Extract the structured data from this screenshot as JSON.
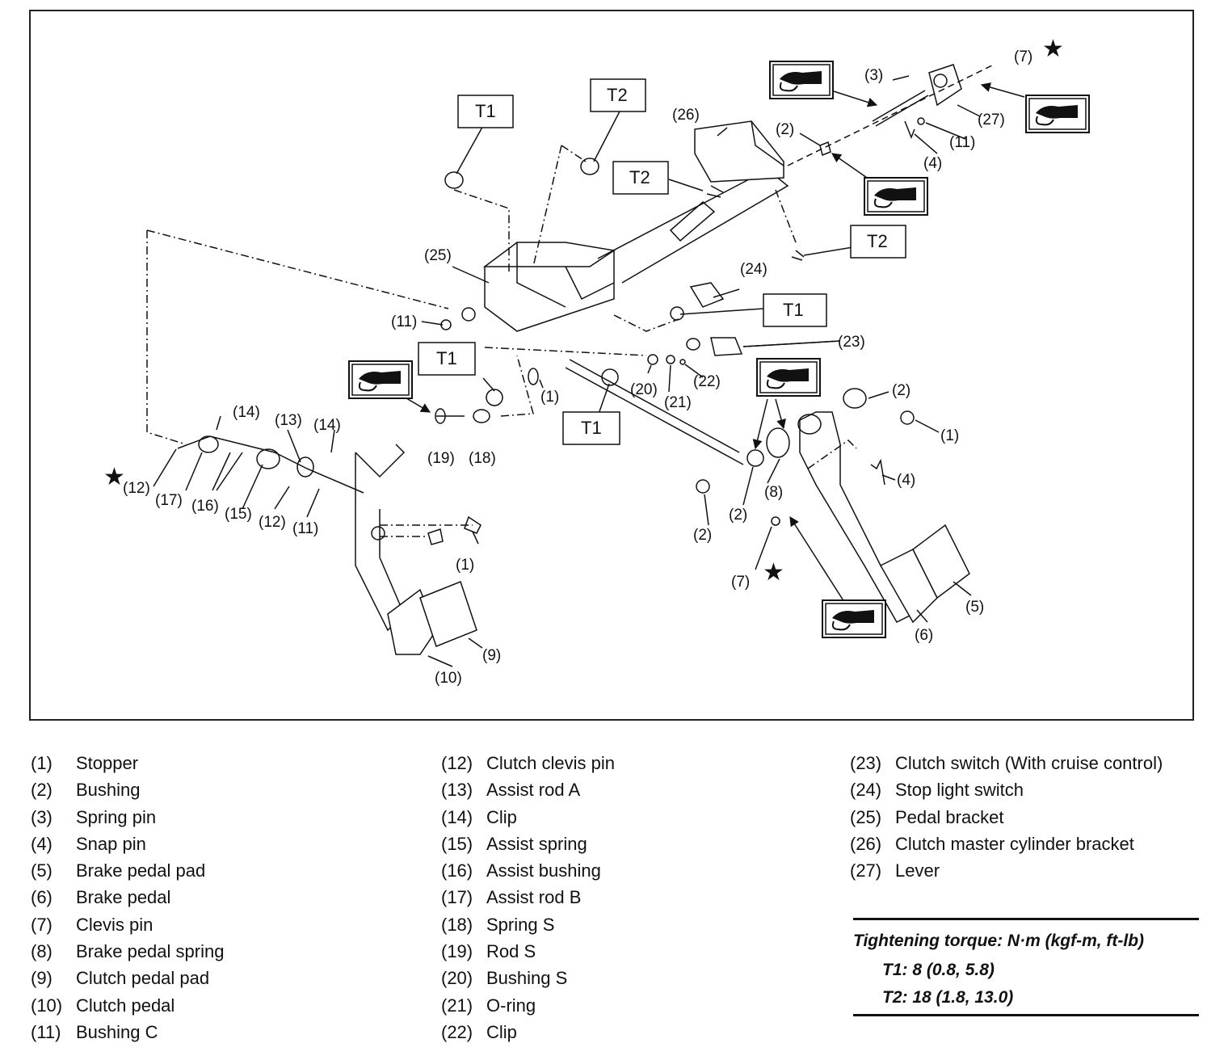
{
  "diagram": {
    "callouts": {
      "c1a": "(1)",
      "c1b": "(1)",
      "c1c": "(1)",
      "c2a": "(2)",
      "c2b": "(2)",
      "c2c": "(2)",
      "c2d": "(2)",
      "c3": "(3)",
      "c4a": "(4)",
      "c4b": "(4)",
      "c5": "(5)",
      "c6": "(6)",
      "c7a": "(7)",
      "c7b": "(7)",
      "c8": "(8)",
      "c9": "(9)",
      "c10": "(10)",
      "c11a": "(11)",
      "c11b": "(11)",
      "c11c": "(11)",
      "c12a": "(12)",
      "c12b": "(12)",
      "c13": "(13)",
      "c14a": "(14)",
      "c14b": "(14)",
      "c15": "(15)",
      "c16": "(16)",
      "c17": "(17)",
      "c18": "(18)",
      "c19": "(19)",
      "c20": "(20)",
      "c21": "(21)",
      "c22": "(22)",
      "c23": "(23)",
      "c24": "(24)",
      "c25": "(25)",
      "c26": "(26)",
      "c27": "(27)"
    },
    "torque_boxes": {
      "t1a": "T1",
      "t1b": "T1",
      "t1c": "T1",
      "t1d": "T1",
      "t2a": "T2",
      "t2b": "T2",
      "t2c": "T2"
    }
  },
  "legend": {
    "col1": [
      {
        "num": "(1)",
        "text": "Stopper"
      },
      {
        "num": "(2)",
        "text": "Bushing"
      },
      {
        "num": "(3)",
        "text": "Spring pin"
      },
      {
        "num": "(4)",
        "text": "Snap pin"
      },
      {
        "num": "(5)",
        "text": "Brake pedal pad"
      },
      {
        "num": "(6)",
        "text": "Brake pedal"
      },
      {
        "num": "(7)",
        "text": "Clevis pin"
      },
      {
        "num": "(8)",
        "text": "Brake pedal spring"
      },
      {
        "num": "(9)",
        "text": "Clutch pedal pad"
      },
      {
        "num": "(10)",
        "text": "Clutch pedal"
      },
      {
        "num": "(11)",
        "text": "Bushing C"
      }
    ],
    "col2": [
      {
        "num": "(12)",
        "text": "Clutch clevis pin"
      },
      {
        "num": "(13)",
        "text": "Assist rod A"
      },
      {
        "num": "(14)",
        "text": "Clip"
      },
      {
        "num": "(15)",
        "text": "Assist spring"
      },
      {
        "num": "(16)",
        "text": "Assist bushing"
      },
      {
        "num": "(17)",
        "text": "Assist rod B"
      },
      {
        "num": "(18)",
        "text": "Spring S"
      },
      {
        "num": "(19)",
        "text": "Rod S"
      },
      {
        "num": "(20)",
        "text": "Bushing S"
      },
      {
        "num": "(21)",
        "text": "O-ring"
      },
      {
        "num": "(22)",
        "text": "Clip"
      }
    ],
    "col3": [
      {
        "num": "(23)",
        "text": "Clutch switch (With cruise control)"
      },
      {
        "num": "(24)",
        "text": "Stop light switch"
      },
      {
        "num": "(25)",
        "text": "Pedal bracket"
      },
      {
        "num": "(26)",
        "text": "Clutch master cylinder bracket"
      },
      {
        "num": "(27)",
        "text": "Lever"
      }
    ]
  },
  "torque": {
    "title": "Tightening torque: N·m (kgf-m, ft-lb)",
    "t1": "T1: 8 (0.8, 5.8)",
    "t2": "T2: 18 (1.8, 13.0)"
  }
}
